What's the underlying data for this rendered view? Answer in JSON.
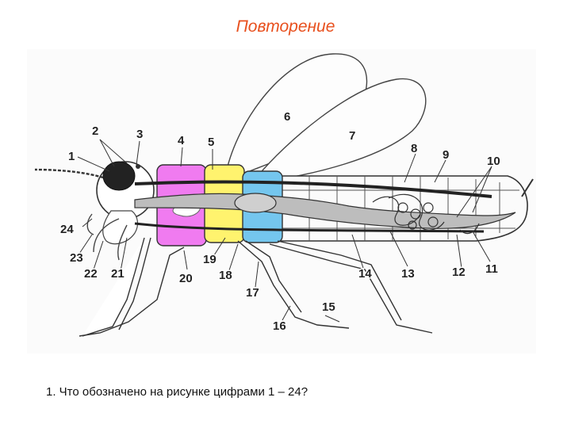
{
  "title": "Повторение",
  "question": "1. Что обозначено на рисунке цифрами 1 – 24?",
  "colors": {
    "title": "#e8501e",
    "segment_magenta": "#f07bf0",
    "segment_yellow": "#fff36e",
    "segment_blue": "#74c6ee"
  },
  "labels": [
    "1",
    "2",
    "3",
    "4",
    "5",
    "6",
    "7",
    "8",
    "9",
    "10",
    "11",
    "12",
    "13",
    "14",
    "15",
    "16",
    "17",
    "18",
    "19",
    "20",
    "21",
    "22",
    "23",
    "24"
  ]
}
